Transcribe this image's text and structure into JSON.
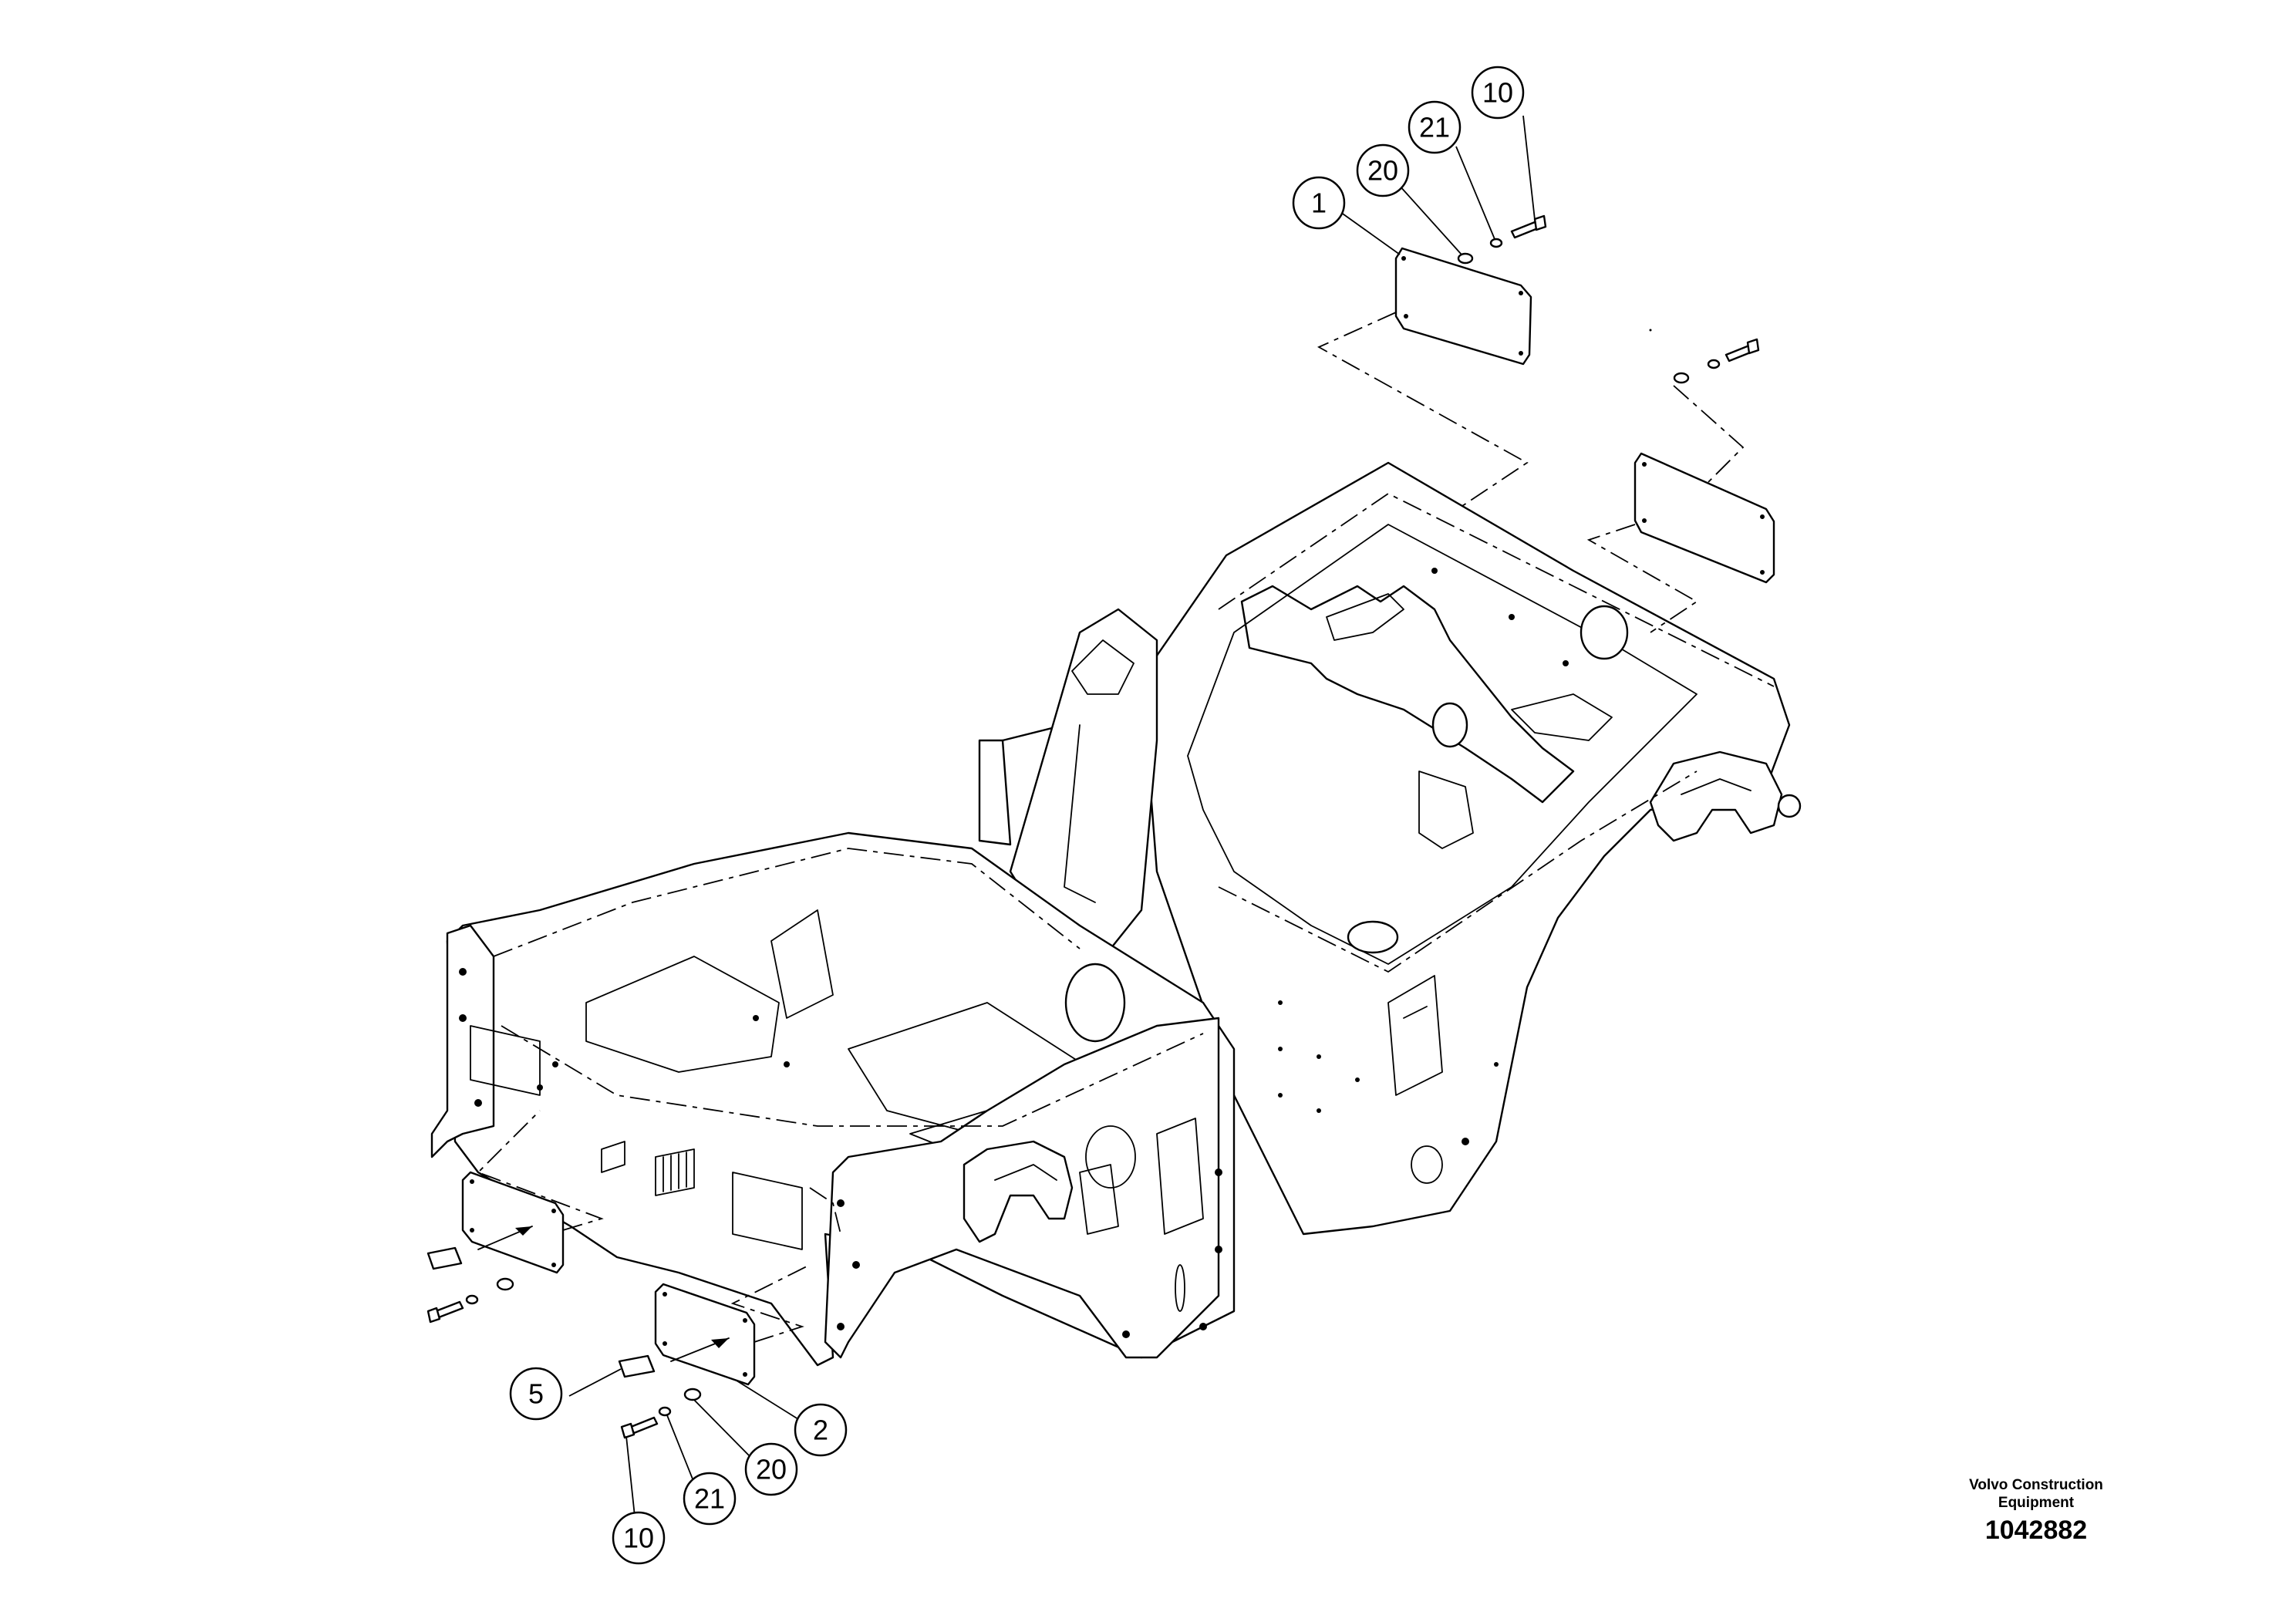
{
  "callouts": [
    {
      "id": "c1",
      "label": "1"
    },
    {
      "id": "c20a",
      "label": "20"
    },
    {
      "id": "c21a",
      "label": "21"
    },
    {
      "id": "c10a",
      "label": "10"
    },
    {
      "id": "c5",
      "label": "5"
    },
    {
      "id": "c2",
      "label": "2"
    },
    {
      "id": "c20b",
      "label": "20"
    },
    {
      "id": "c21b",
      "label": "21"
    },
    {
      "id": "c10b",
      "label": "10"
    }
  ],
  "brand": {
    "line1": "Volvo Construction",
    "line2": "Equipment"
  },
  "drawing_number": "1042882"
}
